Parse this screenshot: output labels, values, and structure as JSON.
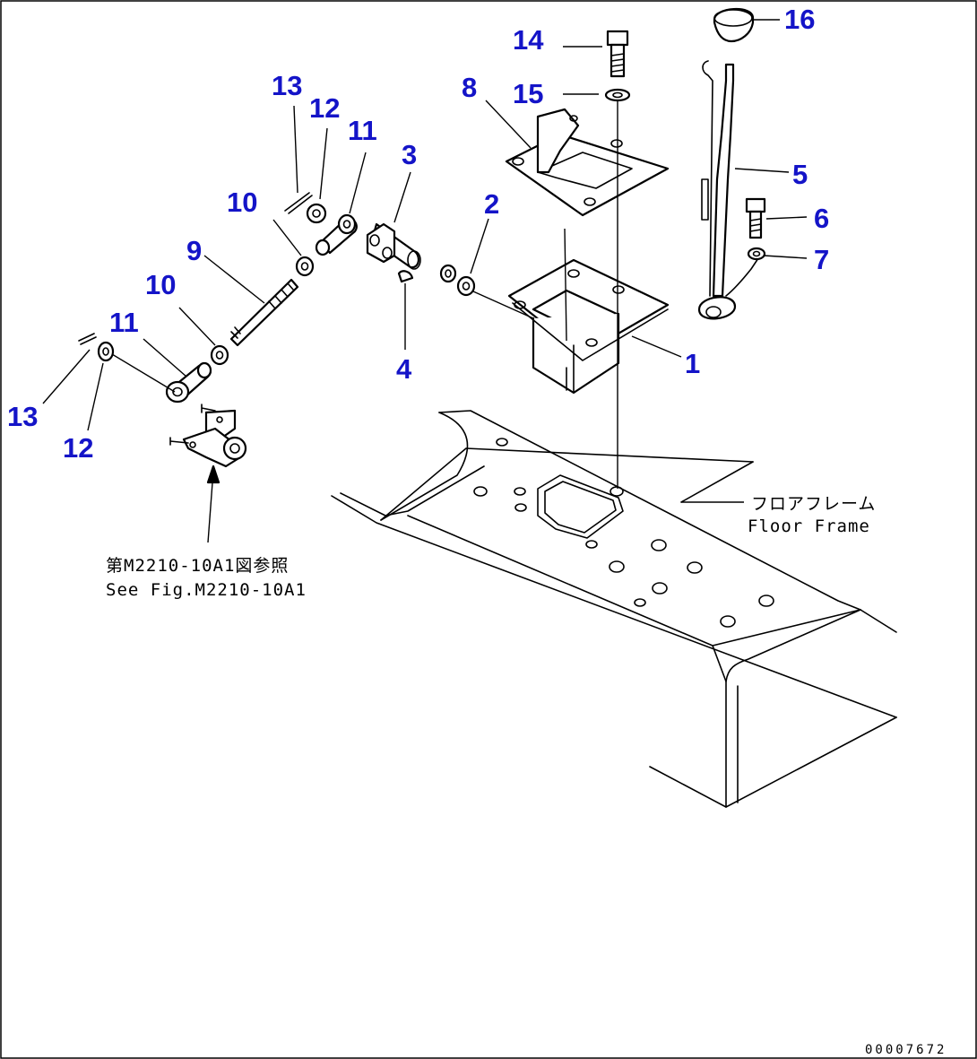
{
  "callouts": [
    {
      "id": "c16",
      "label": "16"
    },
    {
      "id": "c14",
      "label": "14"
    },
    {
      "id": "c15",
      "label": "15"
    },
    {
      "id": "c8",
      "label": "8"
    },
    {
      "id": "c13a",
      "label": "13"
    },
    {
      "id": "c12a",
      "label": "12"
    },
    {
      "id": "c11a",
      "label": "11"
    },
    {
      "id": "c3",
      "label": "3"
    },
    {
      "id": "c2",
      "label": "2"
    },
    {
      "id": "c5",
      "label": "5"
    },
    {
      "id": "c6",
      "label": "6"
    },
    {
      "id": "c7",
      "label": "7"
    },
    {
      "id": "c10a",
      "label": "10"
    },
    {
      "id": "c9",
      "label": "9"
    },
    {
      "id": "c10b",
      "label": "10"
    },
    {
      "id": "c11b",
      "label": "11"
    },
    {
      "id": "c1",
      "label": "1"
    },
    {
      "id": "c4",
      "label": "4"
    },
    {
      "id": "c13b",
      "label": "13"
    },
    {
      "id": "c12b",
      "label": "12"
    }
  ],
  "floor_frame": {
    "label_ja": "フロアフレーム",
    "label_en": "Floor Frame"
  },
  "reference": {
    "label_ja": "第M2210-10A1図参照",
    "label_en": "See Fig.M2210-10A1"
  },
  "document_number": "00007672"
}
